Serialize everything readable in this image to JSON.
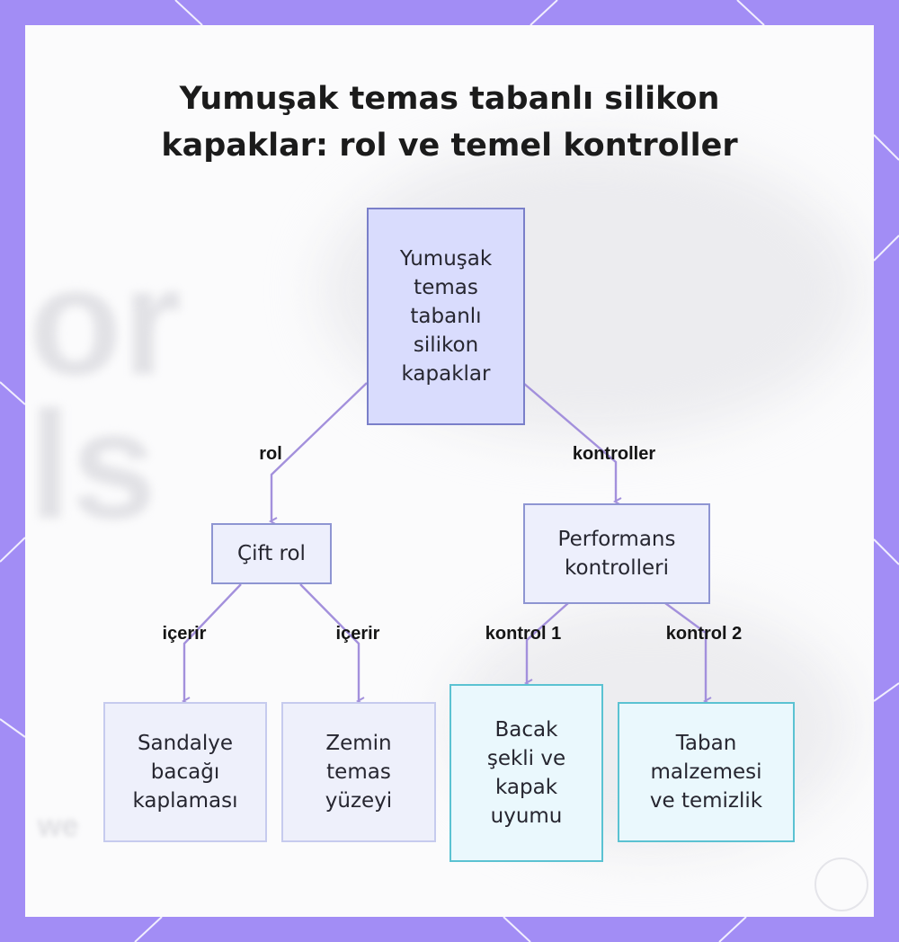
{
  "title": "Yumuşak temas tabanlı silikon\nkapaklar: rol ve temel kontroller",
  "nodes": {
    "root": "Yumuşak\ntemas\ntabanlı\nsilikon\nkapaklar",
    "cift_rol": "Çift rol",
    "performans": "Performans\nkontrolleri",
    "sandalye": "Sandalye\nbacağı\nkaplaması",
    "zemin": "Zemin\ntemas\nyüzeyi",
    "bacak": "Bacak\nşekli ve\nkapak\nuyumu",
    "taban": "Taban\nmalzemesi\nve temizlik"
  },
  "edges": {
    "rol": "rol",
    "kontroller": "kontroller",
    "icerir_1": "içerir",
    "icerir_2": "içerir",
    "kontrol_1": "kontrol 1",
    "kontrol_2": "kontrol 2"
  },
  "colors": {
    "frame": "#a28df5",
    "connector": "#a390dc",
    "root_fill": "#d9dcfd",
    "leaf_cyan_border": "#5bc2d2"
  }
}
